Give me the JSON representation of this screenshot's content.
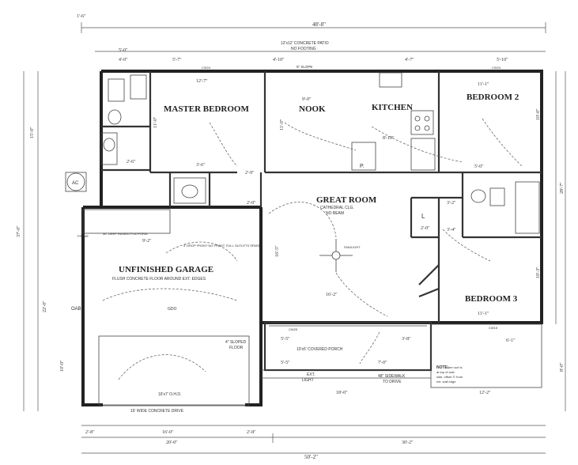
{
  "plan": {
    "rooms": {
      "master_bedroom": "MASTER BEDROOM",
      "nook": "NOOK",
      "kitchen": "KITCHEN",
      "bedroom2": "BEDROOM 2",
      "great_room": "GREAT ROOM",
      "great_room_note1": "CATHEDRAL CLG.",
      "great_room_note2": "NO BEAM",
      "garage": "UNFINISHED GARAGE",
      "garage_note": "FLUSH CONCRETE FLOOR AROUND EXT. EDGES",
      "bedroom3": "BEDROOM 3",
      "porch": "10'x5' COVERED PORCH",
      "patio": "12'x12' CONCRETE PATIO",
      "patio_note": "NO FOOTING"
    },
    "labels": {
      "ac": "AC",
      "gdo": "GDO",
      "oab": "OAB",
      "sloped": "4\" SLOPED",
      "floor": "FLOOR",
      "garage_door": "16'x7' O.H.D.",
      "drive": "16' WIDE CONCRETE DRIVE",
      "sidewalk1": "48\" SIDEWALK",
      "sidewalk2": "TO DRIVE",
      "ext_light1": "EXT.",
      "ext_light2": "LIGHT",
      "note_title": "NOTE:",
      "note1": "see roof is",
      "note2": "at top of wall",
      "note3": "side, offset 3\" from",
      "note4": "ext. wall edge",
      "fan": "FAN/LIGHT",
      "p": "P.",
      "l": "L",
      "slope": "9\" SLOPE",
      "cw24": "CW24",
      "cw15": "CW15",
      "cw_h": "CW25",
      "frame": "FRAME",
      "window_frame": "4' DROP FRONT NO FROST, FULL OUTLETS SPARE",
      "laundry": "36\" DEEP RAISED PLATFORM"
    },
    "dims": {
      "overall_top": "48'-8\"",
      "overall_bottom": "50'-2\"",
      "bottom_left": "20'-0\"",
      "bottom_right": "30'-2\"",
      "bot_a": "2'-8\"",
      "bot_b": "16'-0\"",
      "bot_c": "2'-8\"",
      "bot_d": "18'-0\"",
      "bot_e": "12'-2\"",
      "top_a": "5'-0\"",
      "top_b": "4'-0\"",
      "top_c": "5'-7\"",
      "top_d": "4'-10\"",
      "top_e": "4'-7\"",
      "top_f": "5'-10\"",
      "top_left": "1'-6\"",
      "master_w": "12'-7\"",
      "master_h": "11'-0\"",
      "nook_w": "9'-0\"",
      "nook_h": "11'-0\"",
      "kitchen_w": "8'-10\"",
      "bed2_w": "11'-1\"",
      "bed2_h": "10'-0\"",
      "great_w": "16'-2\"",
      "great_h": "16'-5\"",
      "bed3_w": "11'-1\"",
      "bed3_h": "10'-3\"",
      "left_a": "15'-0\"",
      "left_b": "37'-0\"",
      "left_c": "22'-0\"",
      "left_d": "10'-0\"",
      "right_a": "28'-7\"",
      "right_b": "8'-0\"",
      "porch_a": "5'-5\"",
      "porch_b": "5'-5\"",
      "porch_c": "7'-0\"",
      "porch_d": "3'-8\"",
      "garage_w": "9'-2\"",
      "small_a": "2'-6\"",
      "small_b": "3'-6\"",
      "small_c": "2'-0\"",
      "small_d": "3'-2\"",
      "small_e": "3'-4\"",
      "small_f": "6'-1\"",
      "small_g": "2'-9\"",
      "small_h": "5'-0\"",
      "small_i": "2'-0\""
    }
  }
}
